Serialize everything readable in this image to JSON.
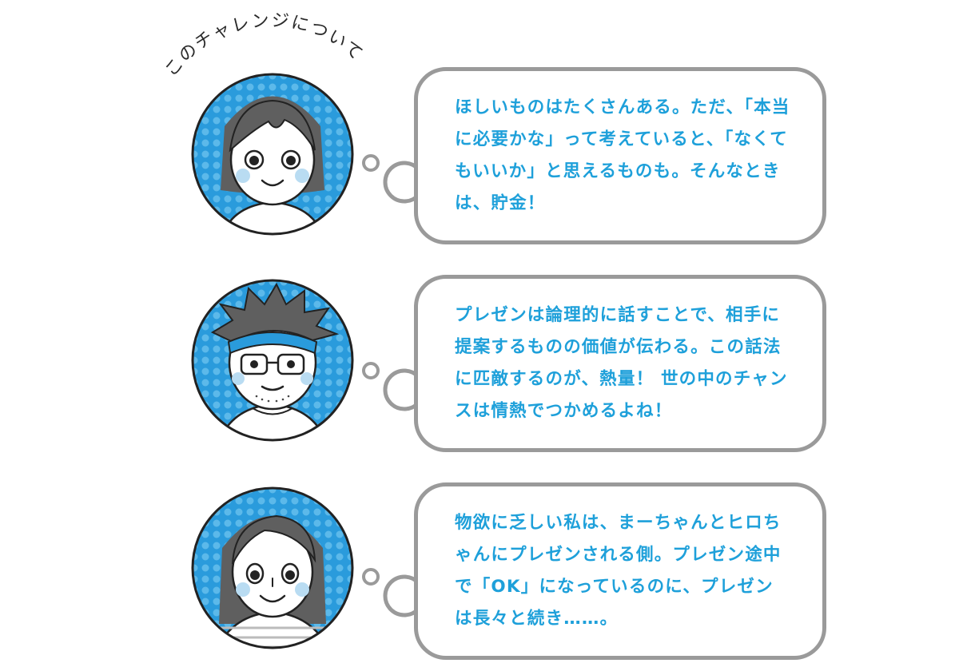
{
  "header": {
    "title": "このチャレンジについて"
  },
  "comments": [
    {
      "text": "ほしいものはたくさんある。ただ、「本当に必要かな」って考えていると、「なくてもいいか」と思えるものも。そんなときは、貯金！"
    },
    {
      "text": "プレゼンは論理的に話すことで、相手に提案するものの価値が伝わる。この話法に匹敵するのが、熱量！ 世の中のチャンスは情熱でつかめるよね！"
    },
    {
      "text": "物欲に乏しい私は、まーちゃんとヒロちゃんにプレゼンされる側。プレゼン途中で「OK」になっているのに、プレゼンは長々と続き……。"
    }
  ],
  "colors": {
    "text_accent": "#1ea0da",
    "avatar_bg": "#2a9bdc",
    "bubble_border": "#9a9a9a",
    "hair": "#5f5f5f",
    "cheek": "#b9dcf2"
  }
}
